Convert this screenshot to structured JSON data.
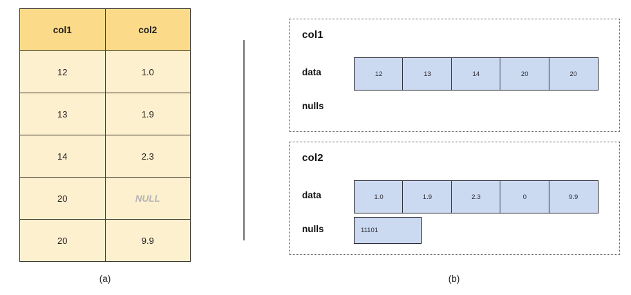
{
  "figure_a": {
    "caption": "(a)",
    "table": {
      "headers": [
        "col1",
        "col2"
      ],
      "rows": [
        [
          "12",
          "1.0"
        ],
        [
          "13",
          "1.9"
        ],
        [
          "14",
          "2.3"
        ],
        [
          "20",
          "NULL"
        ],
        [
          "20",
          "9.9"
        ]
      ],
      "null_marker": "NULL",
      "header_bg": "#fbdb89",
      "cell_bg": "#fdf0cf",
      "border_color": "#3d3a31",
      "null_text_color": "#b6b6b6"
    }
  },
  "figure_b": {
    "caption": "(b)",
    "columns": [
      {
        "title": "col1",
        "data_label": "data",
        "nulls_label": "nulls",
        "data_values": [
          "12",
          "13",
          "14",
          "20",
          "20"
        ],
        "nulls_bitmap": ""
      },
      {
        "title": "col2",
        "data_label": "data",
        "nulls_label": "nulls",
        "data_values": [
          "1.0",
          "1.9",
          "2.3",
          "0",
          "9.9"
        ],
        "nulls_bitmap": "11101"
      }
    ],
    "buffer_fill": "#ccdaf1",
    "buffer_border": "#2b2b33",
    "panel_border": "#5a5a5a"
  }
}
